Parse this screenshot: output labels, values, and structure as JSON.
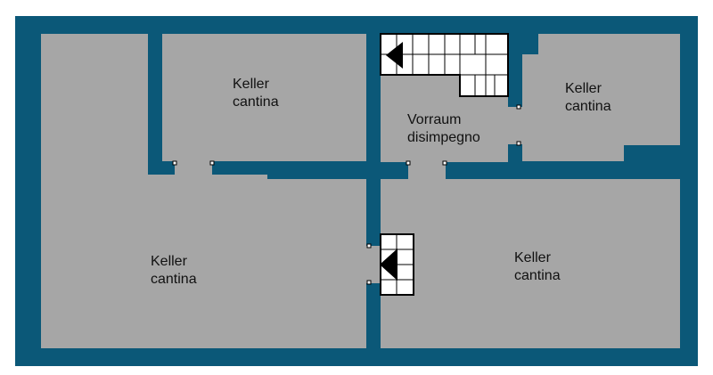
{
  "colors": {
    "wall": "#0b5878",
    "floor": "#a6a6a6",
    "stair_fill": "#ffffff",
    "stair_line": "#000000",
    "label": "#111111"
  },
  "rooms": [
    {
      "id": "upper-middle",
      "line1": "Keller",
      "line2": "cantina"
    },
    {
      "id": "upper-right",
      "line1": "Keller",
      "line2": "cantina"
    },
    {
      "id": "vorraum",
      "line1": "Vorraum",
      "line2": "disimpegno"
    },
    {
      "id": "lower-left",
      "line1": "Keller",
      "line2": "cantina"
    },
    {
      "id": "lower-right",
      "line1": "Keller",
      "line2": "cantina"
    }
  ]
}
